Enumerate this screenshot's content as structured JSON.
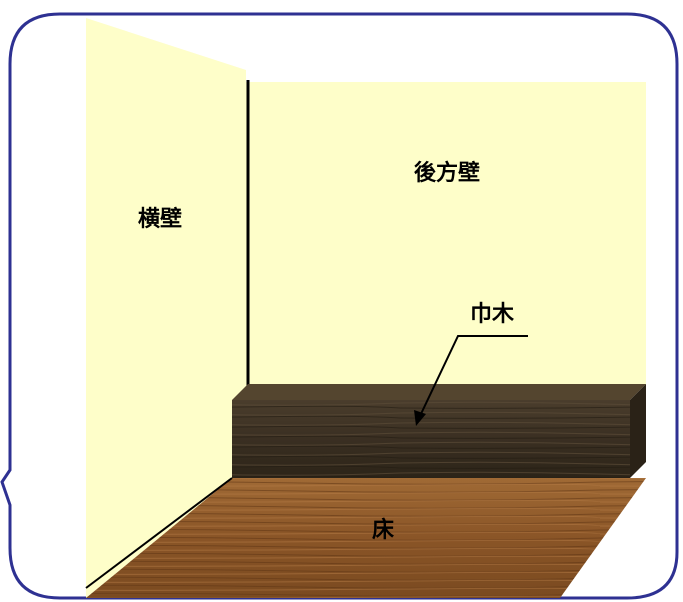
{
  "labels": {
    "side_wall": "横壁",
    "back_wall": "後方壁",
    "baseboard": "巾木",
    "floor": "床"
  },
  "colors": {
    "frame_border": "#2e3192",
    "wall": "#fefec9",
    "corner_line": "#000000",
    "baseboard_wood": "#3e3325",
    "floor_wood": "#8a5a2b"
  }
}
